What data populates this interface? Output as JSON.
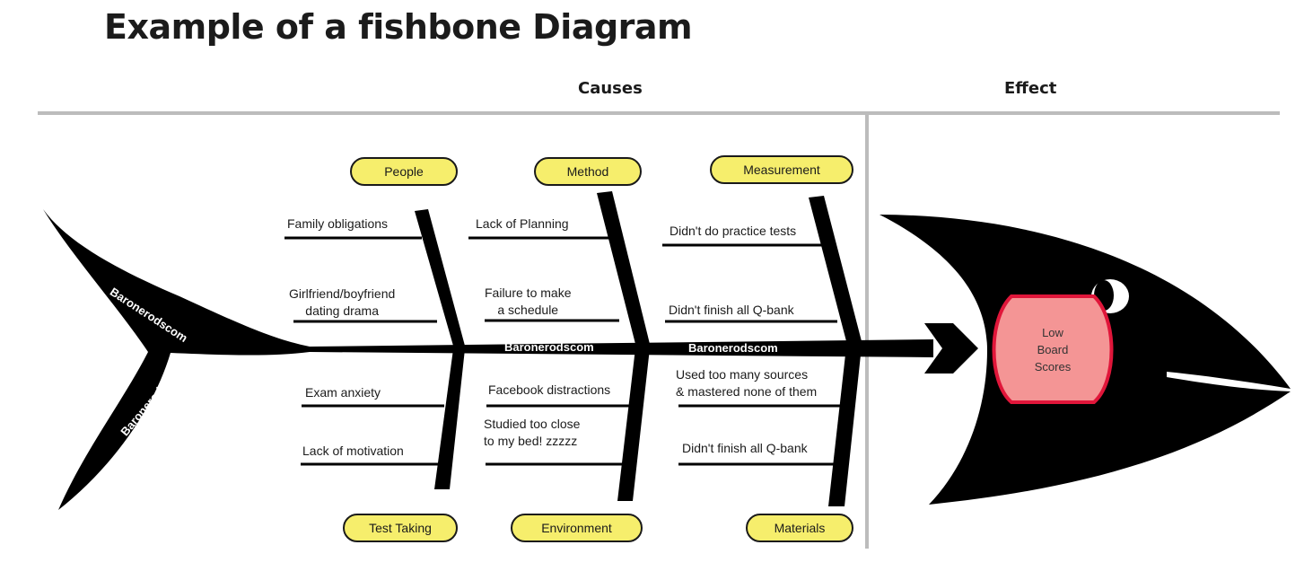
{
  "title": "Example of a fishbone Diagram",
  "headers": {
    "causes": "Causes",
    "effect": "Effect"
  },
  "categories": {
    "people": "People",
    "method": "Method",
    "measurement": "Measurement",
    "test_taking": "Test Taking",
    "environment": "Environment",
    "materials": "Materials"
  },
  "causes": {
    "people": [
      "Family obligations",
      "Girlfriend/boyfriend\ndating drama"
    ],
    "method": [
      "Lack of Planning",
      "Failure to make\na schedule"
    ],
    "measurement": [
      "Didn't do practice tests",
      "Didn't finish all Q-bank"
    ],
    "test_taking": [
      "Exam anxiety",
      "Lack of motivation"
    ],
    "environment": [
      "Facebook distractions",
      "Studied too close\nto my bed! zzzzz"
    ],
    "materials": [
      "Used too many sources\n& mastered none of them",
      "Didn't finish all Q-bank"
    ]
  },
  "watermark": "Baronerodscom",
  "effect": "Low\nBoard\nScores",
  "colors": {
    "pill": "#f6ee6c",
    "effect_fill": "#f49595",
    "effect_border": "#e0163a",
    "fish": "#000000",
    "divider": "#bcbcbc"
  }
}
